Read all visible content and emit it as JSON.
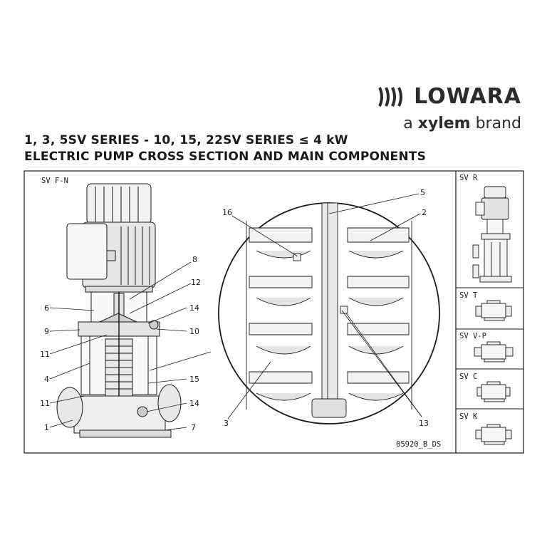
{
  "brand": {
    "logo_text": "LOWARA",
    "tagline_prefix": "a ",
    "tagline_brand": "xylem",
    "tagline_suffix": " brand",
    "logo_icon": "lowara-wave-logo-icon"
  },
  "titles": {
    "line1": "1, 3, 5SV SERIES - 10, 15, 22SV SERIES ≤ 4 kW",
    "line2": "ELECTRIC PUMP CROSS SECTION AND MAIN COMPONENTS"
  },
  "main_panel": {
    "label": "SV F-N",
    "drawing_code": "05920_B_DS",
    "callouts": {
      "c1": "1",
      "c2": "2",
      "c3": "3",
      "c4": "4",
      "c5": "5",
      "c6": "6",
      "c7": "7",
      "c8": "8",
      "c9": "9",
      "c10": "10",
      "c11a": "11",
      "c11b": "11",
      "c12": "12",
      "c13": "13",
      "c14a": "14",
      "c14b": "14",
      "c15": "15",
      "c16": "16"
    }
  },
  "side_panels": [
    {
      "label": "SV R"
    },
    {
      "label": "SV T"
    },
    {
      "label": "SV V-P"
    },
    {
      "label": "SV C"
    },
    {
      "label": "SV K"
    }
  ],
  "colors": {
    "line": "#1a1a1a",
    "fill_light": "#efefef",
    "fill_mid": "#d9d9d9"
  }
}
